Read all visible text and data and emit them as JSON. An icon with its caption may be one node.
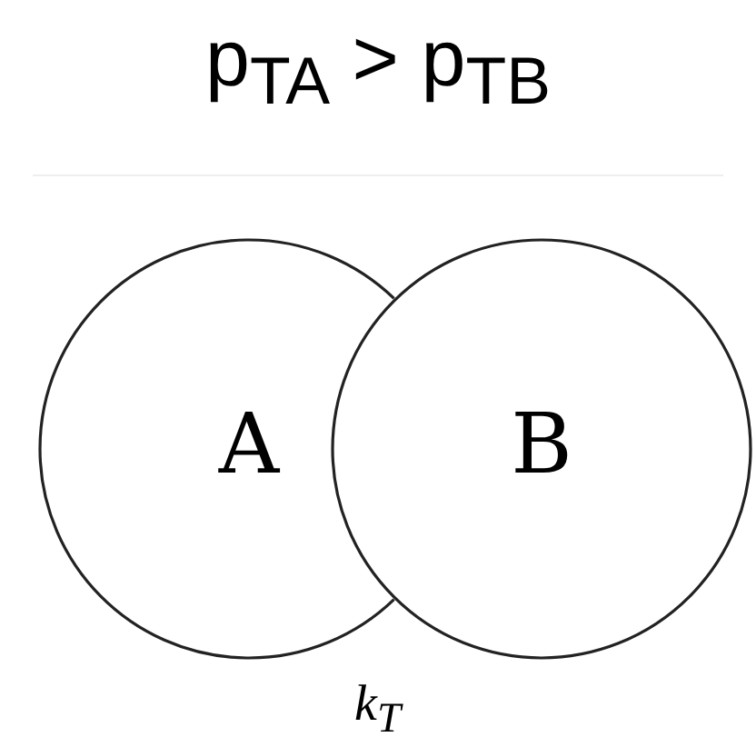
{
  "diagram": {
    "title": "p$_{TA}$ > p$_{TB}$",
    "nodes": [
      {
        "text": [
          "A"
        ]
      },
      {
        "text": [
          "B"
        ]
      }
    ],
    "labels": [
      "k$_{T}$"
    ]
  }
}
